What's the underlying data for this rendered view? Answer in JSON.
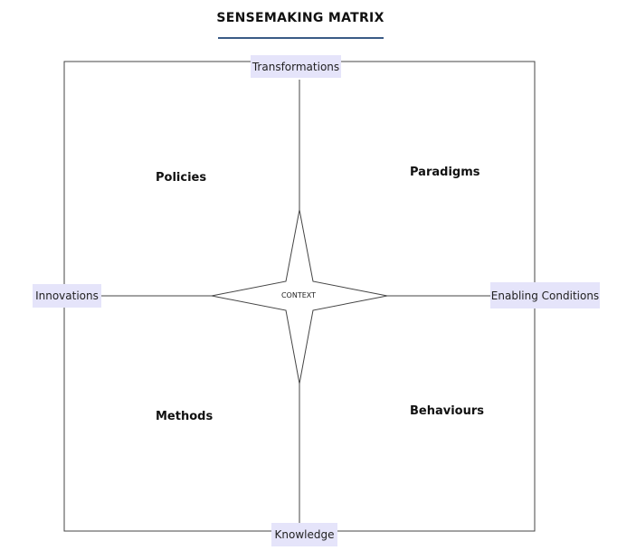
{
  "title": "SENSEMAKING MATRIX",
  "axes": {
    "top": "Transformations",
    "left": "Innovations",
    "right": "Enabling Conditions",
    "bottom": "Knowledge"
  },
  "quadrants": {
    "top_left": "Policies",
    "top_right": "Paradigms",
    "bottom_left": "Methods",
    "bottom_right": "Behaviours"
  },
  "center": "CONTEXT",
  "colors": {
    "axis_label_bg": "#e5e4fa",
    "title_underline": "#3b5b86",
    "line": "#444444"
  }
}
